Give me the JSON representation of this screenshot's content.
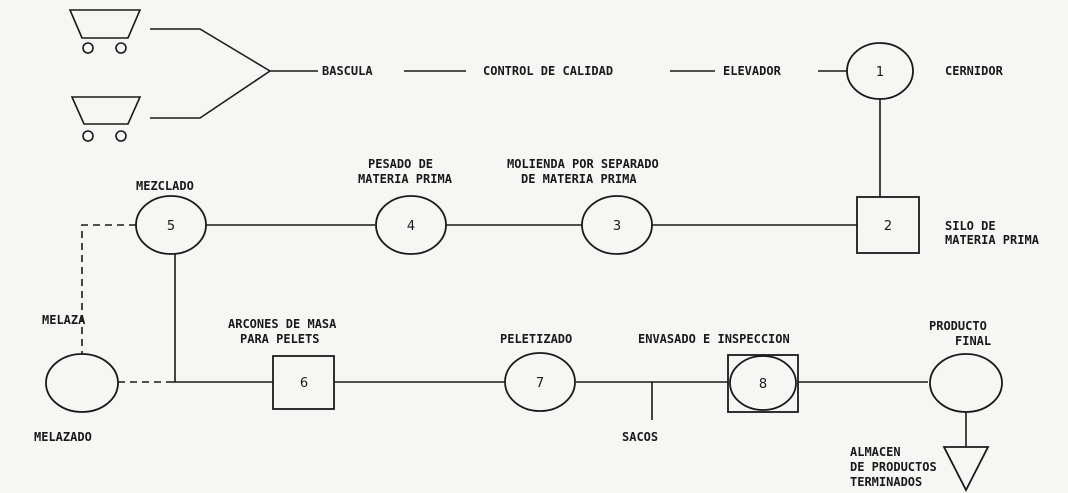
{
  "top_flow": {
    "bascula": "BASCULA",
    "control": "CONTROL DE CALIDAD",
    "elevador": "ELEVADOR"
  },
  "nodes": {
    "n1": {
      "number": "1",
      "label": "CERNIDOR"
    },
    "n2": {
      "number": "2",
      "label_lines": [
        "SILO DE",
        "MATERIA PRIMA"
      ]
    },
    "n3": {
      "number": "3",
      "label_lines": [
        "MOLIENDA POR SEPARADO",
        "DE MATERIA PRIMA"
      ]
    },
    "n4": {
      "number": "4",
      "label_lines": [
        "PESADO DE",
        "MATERIA PRIMA"
      ]
    },
    "n5": {
      "number": "5",
      "label": "MEZCLADO"
    },
    "n6": {
      "number": "6",
      "label_lines": [
        "ARCONES DE MASA",
        "PARA PELETS"
      ]
    },
    "n7": {
      "number": "7",
      "label": "PELETIZADO"
    },
    "n8": {
      "number": "8",
      "label": "ENVASADO E INSPECCION"
    },
    "melazado": {
      "label": "MELAZADO"
    },
    "producto": {
      "label_lines": [
        "PRODUCTO",
        "FINAL"
      ]
    },
    "almacen": {
      "label_lines": [
        "ALMACEN",
        "DE PRODUCTOS",
        "TERMINADOS"
      ]
    }
  },
  "side_labels": {
    "melaza": "MELAZA",
    "sacos": "SACOS"
  }
}
